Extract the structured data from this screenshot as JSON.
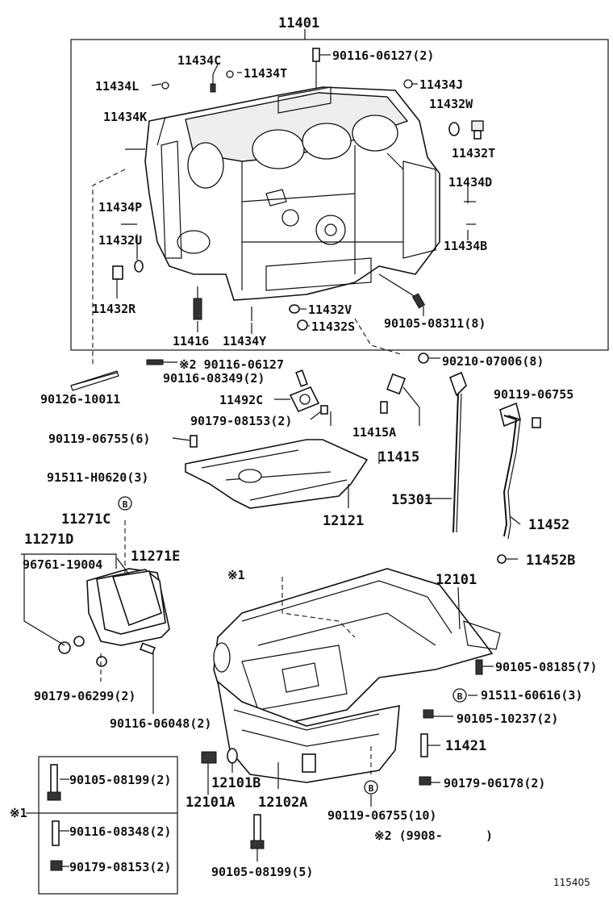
{
  "labels": {
    "p11401": "11401",
    "p11434C": "11434C",
    "p90116_06127_2": "90116-06127(2)",
    "p11434T": "11434T",
    "p11434L": "11434L",
    "p11434J": "11434J",
    "p11432W": "11432W",
    "p11434K": "11434K",
    "p11432T": "11432T",
    "p11434D": "11434D",
    "p11434P": "11434P",
    "p11432U": "11432U",
    "p11434B": "11434B",
    "p11432R": "11432R",
    "p11432V": "11432V",
    "p11432S": "11432S",
    "p90105_08311_8": "90105-08311(8)",
    "p11416": "11416",
    "p11434Y": "11434Y",
    "p90116_06127_x2": "※2 90116-06127",
    "p90210_07006_8": "90210-07006(8)",
    "p90116_08349_2": "90116-08349(2)",
    "p90126_10011": "90126-10011",
    "p11492C": "11492C",
    "p90119_06755_top": "90119-06755",
    "p90179_08153_2": "90179-08153(2)",
    "p11415A": "11415A",
    "p90119_06755_6": "90119-06755(6)",
    "p11415": "11415",
    "p91511_H0620_3": "91511-H0620(3)",
    "p15301": "15301",
    "p11271C": "11271C",
    "p12121": "12121",
    "p11452": "11452",
    "p11271D": "11271D",
    "p11271E": "11271E",
    "p96761_19004": "96761-19004",
    "p11452B": "11452B",
    "p12101": "12101",
    "p90105_08185_7": "90105-08185(7)",
    "p91511_60616_3": "91511-60616(3)",
    "p90179_06299_2": "90179-06299(2)",
    "p90116_06048_2": "90116-06048(2)",
    "p90105_10237_2": "90105-10237(2)",
    "p11421": "11421",
    "p90105_08199_2": "90105-08199(2)",
    "p12101B": "12101B",
    "p90179_06178_2": "90179-06178(2)",
    "p12101A": "12101A",
    "p12102A": "12102A",
    "p90119_06755_10": "90119-06755(10)",
    "p_x1": "※1",
    "p90116_08348_2": "90116-08348(2)",
    "p_x2_9908": "※2 (9908-",
    "p_x1_pan": "※1",
    "p90179_08153_2b": "90179-08153(2)",
    "p90105_08199_5": "90105-08199(5)",
    "p_close": ")",
    "callout_B": "B",
    "ref_number": "115405"
  }
}
